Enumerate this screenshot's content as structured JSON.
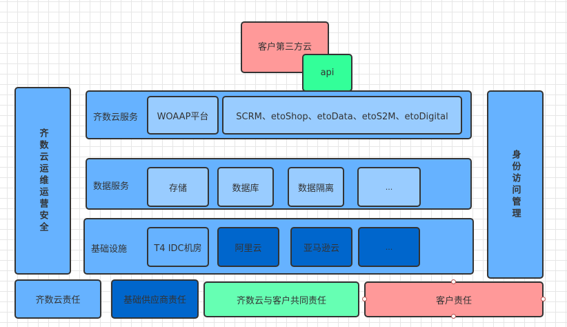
{
  "top": {
    "third_party_cloud": "客户第三方云",
    "api": "api"
  },
  "left_pillar": {
    "label": "齐数云运维运营安全"
  },
  "right_pillar": {
    "label": "身份访问管理"
  },
  "layers": {
    "services": {
      "label": "齐数云服务",
      "items": [
        "WOAAP平台",
        "SCRM、etoShop、etoData、etoS2M、etoDigital"
      ]
    },
    "data": {
      "label": "数据服务",
      "items": [
        "存储",
        "数据库",
        "数据隔离",
        "..."
      ]
    },
    "infra": {
      "label": "基础设施",
      "items": [
        "T4 IDC机房",
        "阿里云",
        "亚马逊云",
        "..."
      ]
    }
  },
  "legend": {
    "items": [
      "齐数云责任",
      "基础供应商责任",
      "齐数云与客户共同责任",
      "客户责任"
    ]
  },
  "colors": {
    "layer_blue": "#66b2ff",
    "light_blue": "#99ccff",
    "dark_blue": "#0066cc",
    "api_green": "#33ff99",
    "shared_green": "#66ffb3",
    "customer_pink": "#ff9999",
    "border": "#333333"
  }
}
